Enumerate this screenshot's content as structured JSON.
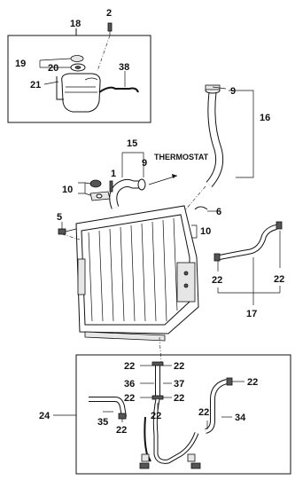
{
  "diagram": {
    "thermostat_note": "THERMOSTAT",
    "callouts": {
      "c2": "2",
      "c18": "18",
      "c19": "19",
      "c20": "20",
      "c21": "21",
      "c38": "38",
      "c9a": "9",
      "c16": "16",
      "c15": "15",
      "c1": "1",
      "c9b": "9",
      "c10a": "10",
      "c6": "6",
      "c5": "5",
      "c10b": "10",
      "c22a": "22",
      "c22b": "22",
      "c17": "17",
      "c22c": "22",
      "c22d": "22",
      "c36": "36",
      "c37": "37",
      "c22e": "22",
      "c22f": "22",
      "c22g": "22",
      "c24": "24",
      "c35": "35",
      "c22h": "22",
      "c22i": "22",
      "c34": "34"
    }
  }
}
